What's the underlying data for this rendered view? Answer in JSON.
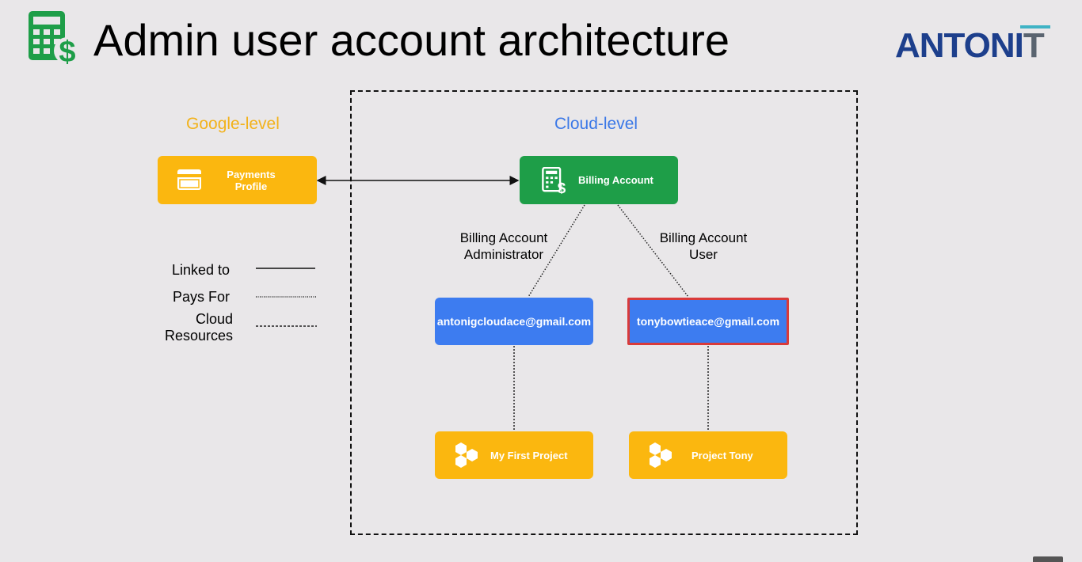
{
  "title": "Admin user account architecture",
  "logo": {
    "main": "ANTONI",
    "last": "T"
  },
  "sections": {
    "google": "Google-level",
    "cloud": "Cloud-level"
  },
  "nodes": {
    "payments_line1": "Payments",
    "payments_line2": "Profile",
    "billing_account": "Billing Account",
    "admin_email": "antonigcloudace@gmail.com",
    "user_email": "tonybowtieace@gmail.com",
    "project1": "My First Project",
    "project2": "Project Tony"
  },
  "roles": {
    "admin_line1": "Billing Account",
    "admin_line2": "Administrator",
    "user_line1": "Billing Account",
    "user_line2": "User"
  },
  "legend": {
    "linked": "Linked to",
    "pays": "Pays For",
    "cloud_line1": "Cloud",
    "cloud_line2": "Resources"
  },
  "colors": {
    "yellow": "#fbb70f",
    "green": "#1e9e48",
    "blue": "#3d7cf0",
    "highlight": "#d93a3a",
    "google_label": "#f2b21b",
    "cloud_label": "#3b78e7"
  },
  "icons": {
    "title": "billing-calculator-icon",
    "payments": "credit-card-icon",
    "billing": "billing-calculator-icon",
    "projects": "hexagon-cluster-icon"
  }
}
